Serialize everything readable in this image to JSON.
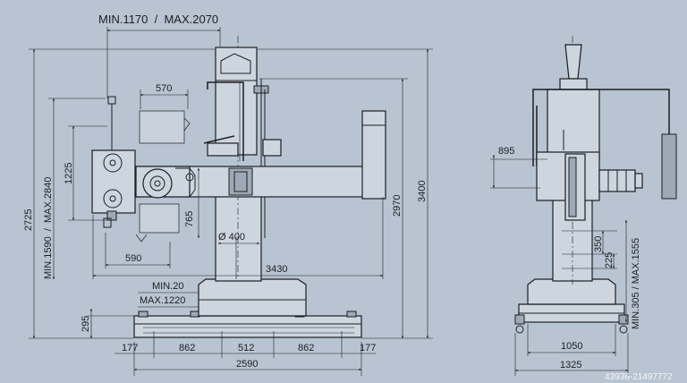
{
  "dimensions": {
    "arm_reach": "MIN.1170  /  MAX.2070",
    "head_width": "570",
    "spindle_gap": "1225",
    "arm_height": "MIN.1590  /  MAX.2840",
    "overall_left": "2725",
    "head_travel": "765",
    "column_dia": "Ø 400",
    "head_lower": "590",
    "base_length_arm": "3430",
    "vert_2970": "2970",
    "vert_3400": "3400",
    "min_20": "MIN.20",
    "max_1220": "MAX.1220",
    "base_height": "295",
    "seg_177_left": "177",
    "seg_862_left": "862",
    "seg_512": "512",
    "seg_862_right": "862",
    "seg_177_right": "177",
    "base_total": "2590",
    "side_895": "895",
    "side_350": "350",
    "side_225": "225",
    "side_min_max": "MIN.305 / MAX.1555",
    "side_1050": "1050",
    "side_1325": "1325"
  },
  "watermark": "43936-21497772"
}
